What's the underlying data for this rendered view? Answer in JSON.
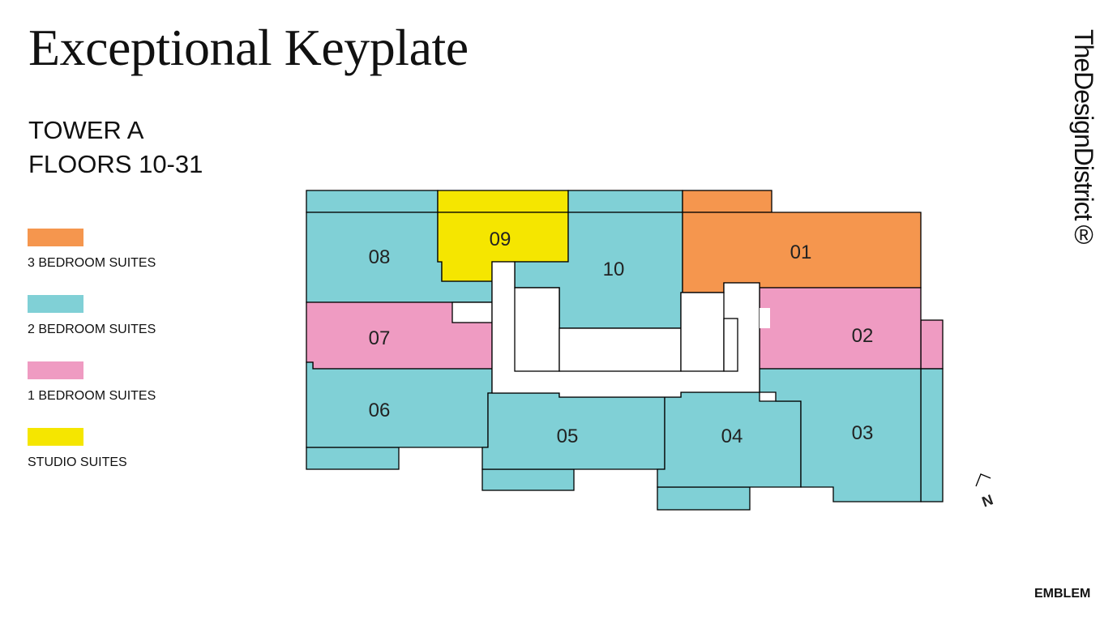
{
  "title": "Exceptional Keyplate",
  "tower": "TOWER A",
  "floors": "FLOORS 10-31",
  "legend": [
    {
      "label": "3 BEDROOM SUITES",
      "color": "#f5964e"
    },
    {
      "label": "2 BEDROOM SUITES",
      "color": "#80d0d6"
    },
    {
      "label": "1 BEDROOM SUITES",
      "color": "#ef9bc2"
    },
    {
      "label": "STUDIO SUITES",
      "color": "#f5e600"
    }
  ],
  "units": {
    "u01": "01",
    "u02": "02",
    "u03": "03",
    "u04": "04",
    "u05": "05",
    "u06": "06",
    "u07": "07",
    "u08": "08",
    "u09": "09",
    "u10": "10"
  },
  "north": "N",
  "brand": "TheDesignDistrict®",
  "emblem": "EMBLEM"
}
